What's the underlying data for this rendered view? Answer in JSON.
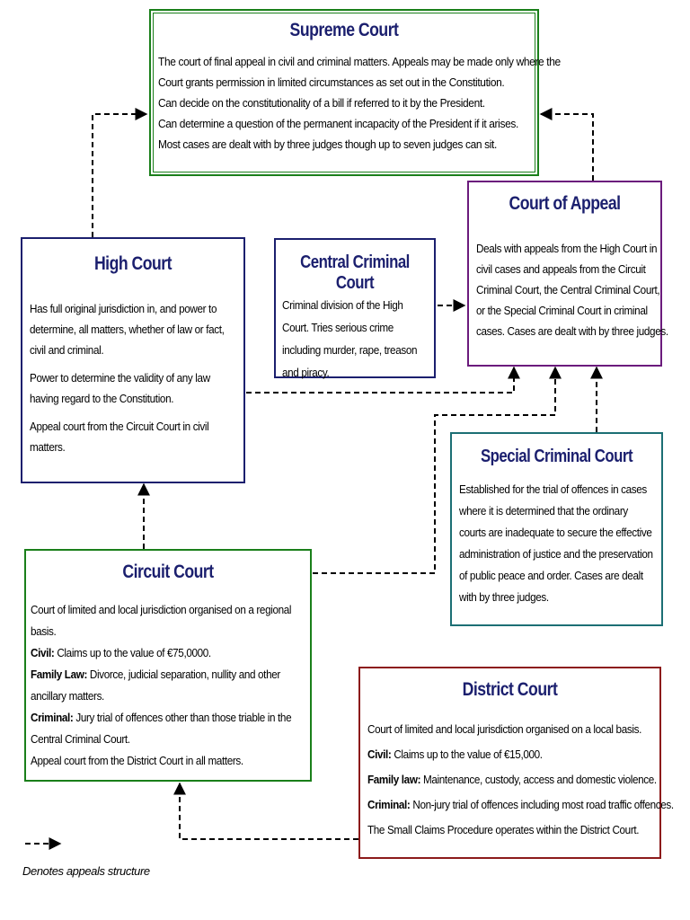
{
  "supreme": {
    "title": "Supreme Court",
    "lines": [
      "The court of final appeal in civil and criminal matters. Appeals may be made only where the",
      "Court grants permission in limited circumstances as set out in the Constitution.",
      "Can decide on the constitutionality of a bill if referred to it by the President.",
      "Can determine a question of the permanent incapacity of the President if it arises.",
      "Most cases are dealt with by three judges though up to seven judges can sit."
    ]
  },
  "appeal": {
    "title": "Court of Appeal",
    "lines": [
      "Deals with appeals from the High Court in",
      "civil cases and appeals from the Circuit",
      "Criminal Court, the Central Criminal Court,",
      "or the Special Criminal Court in criminal",
      "cases. Cases are dealt with by three judges."
    ]
  },
  "high": {
    "title": "High Court",
    "para1": "Has full original jurisdiction in, and power to determine, all matters, whether of law or fact, civil and criminal.",
    "para2": "Power to determine the validity of any law having regard to the Constitution.",
    "para3": "Appeal court from the Circuit Court in civil matters."
  },
  "central": {
    "title": "Central Criminal Court",
    "text": "Criminal division of the High Court. Tries serious crime including murder, rape, treason and piracy."
  },
  "special": {
    "title": "Special Criminal Court",
    "text": "Established for the trial of offences in cases where it is determined that the ordinary courts are inadequate to secure the effective administration of justice and the preservation of public peace and order. Cases are dealt with by three judges."
  },
  "circuit": {
    "title": "Circuit Court",
    "intro": "Court of limited and local jurisdiction organised on a regional basis.",
    "civil_label": "Civil:",
    "civil_text": " Claims up to the value of €75,0000.",
    "family_label": "Family Law:",
    "family_text": " Divorce, judicial separation, nullity and other ancillary matters.",
    "criminal_label": "Criminal:",
    "criminal_text": " Jury trial of offences other than those triable in the Central Criminal Court.",
    "appeal": "Appeal court from the District Court in all matters."
  },
  "district": {
    "title": "District Court",
    "intro": "Court of limited and local jurisdiction organised on a local basis.",
    "civil_label": "Civil:",
    "civil_text": " Claims up to the value of €15,000.",
    "family_label": "Family law:",
    "family_text": " Maintenance, custody, access and domestic violence.",
    "criminal_label": "Criminal:",
    "criminal_text": " Non-jury trial of offences including most road traffic offences.",
    "small_claims": "The Small Claims Procedure operates within the District Court."
  },
  "legend": {
    "text": "Denotes appeals structure"
  },
  "colors": {
    "supreme": "#1a7f1a",
    "appeal": "#6b1b7c",
    "high": "#1b1f6e",
    "central": "#1b1f6e",
    "special": "#1c6f74",
    "circuit": "#1a7f1a",
    "district": "#8c1a1a"
  }
}
